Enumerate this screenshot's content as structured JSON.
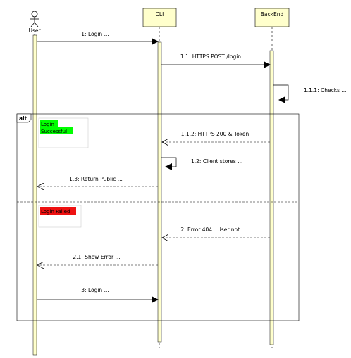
{
  "participants": {
    "user": "User",
    "cli": "CLI",
    "backend": "BackEnd"
  },
  "messages": {
    "m1": "1: Login ...",
    "m11": "1.1:  HTTPS POST /login",
    "m111": "1.1.1: Checks ...",
    "m112": "1.1.2:  HTTPS 200 & Token",
    "m12": "1.2: Client stores ...",
    "m13": "1.3: Return Public ...",
    "m2": "2: Error 404 : User not ...",
    "m21": "2.1: Show Error ...",
    "m3": "3: Login ..."
  },
  "fragment": {
    "operator": "alt",
    "note_success_line1": "Login",
    "note_success_line2": "Successful",
    "note_failed": "Login Failed"
  },
  "colors": {
    "lifeline_fill": "#ffffcc",
    "success_highlight": "#00ff00",
    "failed_highlight": "#ee1111"
  }
}
